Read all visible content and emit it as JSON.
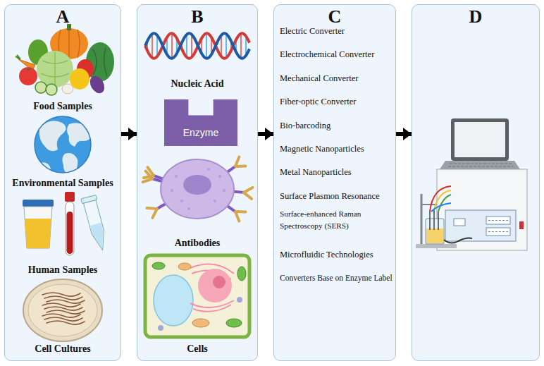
{
  "diagram": {
    "nodes": [
      {
        "text": [
          "A",
          "Food Samples",
          "Environmental Samples",
          "Human Samples",
          "Cell Cultures"
        ]
      },
      {
        "text": [
          "B",
          "Nucleic Acid",
          "Antibodies",
          "Cells"
        ]
      },
      {
        "text": [
          "Enzyme"
        ],
        "in": 1
      },
      {
        "text": [
          "C",
          "Electric Converter",
          "Electrochemical Converter",
          "Mechanical Converter",
          "Fiber-optic Converter",
          "Bio-barcoding",
          "Magnetic Nanoparticles",
          "Metal Nanoparticles",
          "Surface Plasmon Resonance",
          "Surface-enhanced Raman Spectroscopy (SERS)",
          "Microfluidic Technologies",
          "Converters Base on Enzyme Label"
        ]
      },
      {
        "text": [
          "D"
        ]
      }
    ],
    "edges": [
      {
        "from": 0,
        "to": 1,
        "arrow": "to"
      },
      {
        "from": 1,
        "to": 3,
        "arrow": "to"
      },
      {
        "from": 3,
        "to": 4,
        "arrow": "to"
      }
    ]
  }
}
